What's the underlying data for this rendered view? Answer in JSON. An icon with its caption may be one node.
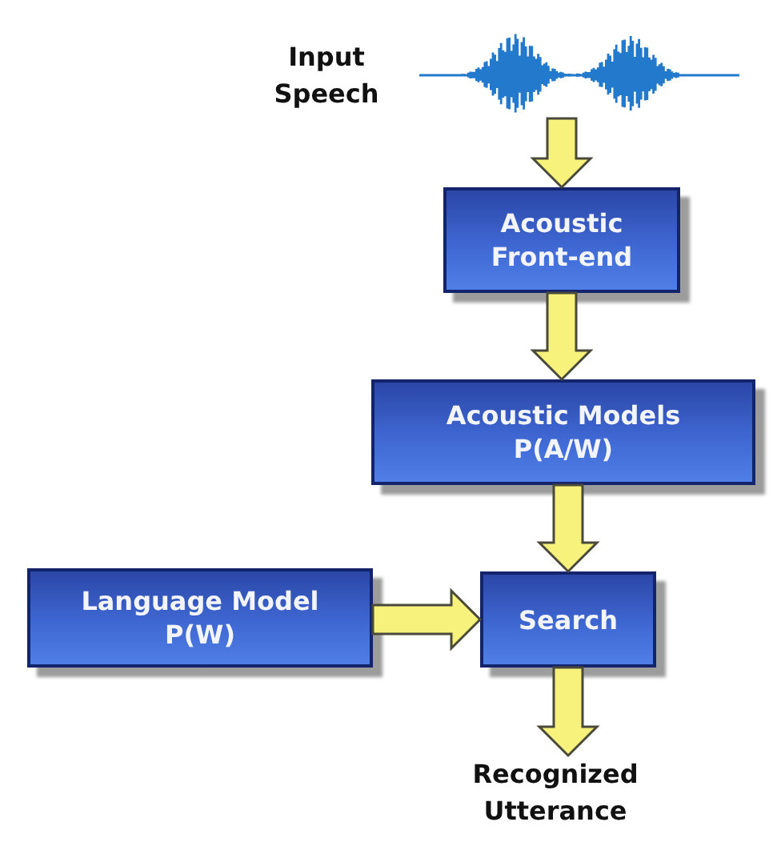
{
  "diagram": {
    "nodes": [
      {
        "text": [],
        "shape": "picture",
        "beside": [
          "Input Speech"
        ]
      },
      {
        "text": [
          "Acoustic Front-end"
        ]
      },
      {
        "text": [
          "Acoustic Models",
          "P(A/W)"
        ]
      },
      {
        "text": [
          "Language Model",
          "P(W)"
        ]
      },
      {
        "text": [
          "Search"
        ]
      },
      {
        "text": [
          "Recognized Utterance"
        ]
      }
    ],
    "edges": [
      {
        "from": 0,
        "to": 1,
        "arrow": "to"
      },
      {
        "from": 1,
        "to": 2,
        "arrow": "to"
      },
      {
        "from": 2,
        "to": 4,
        "arrow": "to"
      },
      {
        "from": 3,
        "to": 4,
        "arrow": "to"
      },
      {
        "from": 4,
        "to": 5,
        "arrow": "to"
      }
    ]
  }
}
